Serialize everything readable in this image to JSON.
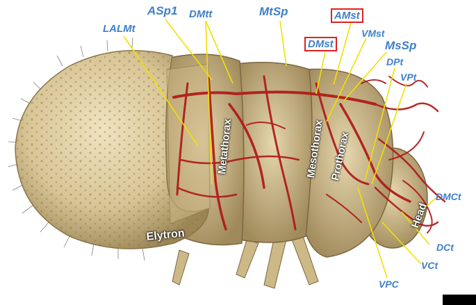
{
  "colors": {
    "label": "#3f7fc8",
    "leader_line": "#f2e000",
    "highlight_box": "#e02020",
    "tracheae": "#b01818",
    "cuticle": "#d9c79a"
  },
  "labels": {
    "ASp1": "ASp1",
    "DMtt": "DMtt",
    "MtSp": "MtSp",
    "AMst": "AMst",
    "LALMt": "LALMt",
    "VMst": "VMst",
    "DMst": "DMst",
    "MsSp": "MsSp",
    "DPt": "DPt",
    "VPt": "VPt",
    "DMCt": "DMCt",
    "DCt": "DCt",
    "VCt": "VCt",
    "VPC": "VPC"
  },
  "regions": {
    "metathorax": "Metathorax",
    "mesothorax": "Mesothorax",
    "prothorax": "Prothorax",
    "head": "Head",
    "elytron": "Elytron"
  }
}
